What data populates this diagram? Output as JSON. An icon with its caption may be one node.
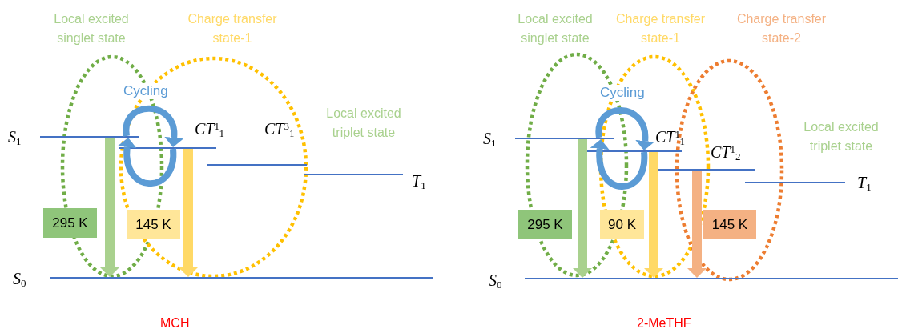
{
  "diagram": {
    "nodes": [
      {
        "text": [],
        "shape": "bar",
        "beside": [
          "*S*$_{1}$"
        ]
      },
      {
        "text": [],
        "shape": "bar",
        "beside": [
          "*CT*$^{1}$$_{1}$"
        ]
      },
      {
        "text": [],
        "shape": "bar",
        "beside": [
          "*CT*$^{3}$$_{1}$"
        ]
      },
      {
        "text": [],
        "shape": "bar",
        "beside": [
          "*T*$_{1}$"
        ]
      },
      {
        "text": [],
        "shape": "bar",
        "beside": [
          "*S*$_{0}$"
        ]
      },
      {
        "text": [],
        "shape": "bar",
        "beside": [
          "*S*$_{1}$"
        ]
      },
      {
        "text": [],
        "shape": "bar",
        "beside": [
          "*CT*$^{1}$$_{1}$"
        ]
      },
      {
        "text": [],
        "shape": "bar",
        "beside": [
          "*CT*$^{1}$$_{2}$"
        ]
      },
      {
        "text": [],
        "shape": "bar",
        "beside": [
          "*T*$_{1}$"
        ]
      },
      {
        "text": [],
        "shape": "bar",
        "beside": [
          "*S*$_{0}$"
        ]
      }
    ],
    "edges": [
      {
        "from": 0,
        "to": 1,
        "arrow": "to",
        "label": "Cycling",
        "color": "#5b9bd5"
      },
      {
        "from": 1,
        "to": 0,
        "arrow": "to",
        "color": "#5b9bd5"
      },
      {
        "from": 0,
        "to": 4,
        "arrow": "to",
        "label": "295 K",
        "color": "#a9d18e"
      },
      {
        "from": 1,
        "to": 4,
        "arrow": "to",
        "label": "145 K",
        "color": "#ffd966"
      },
      {
        "from": 5,
        "to": 6,
        "arrow": "to",
        "label": "Cycling",
        "color": "#5b9bd5"
      },
      {
        "from": 6,
        "to": 5,
        "arrow": "to",
        "color": "#5b9bd5"
      },
      {
        "from": 5,
        "to": 9,
        "arrow": "to",
        "label": "295 K",
        "color": "#a9d18e"
      },
      {
        "from": 6,
        "to": 9,
        "arrow": "to",
        "label": "90 K",
        "color": "#ffd966"
      },
      {
        "from": 7,
        "to": 9,
        "arrow": "to",
        "label": "145 K",
        "color": "#f4b183"
      }
    ],
    "labels": [
      "Local excited singlet state",
      "Charge transfer state-1",
      "Local excited triplet state",
      "MCH",
      "Local excited singlet state",
      "Charge transfer state-1",
      "Charge transfer state-2",
      "Local excited triplet state",
      "2-MeTHF"
    ]
  }
}
